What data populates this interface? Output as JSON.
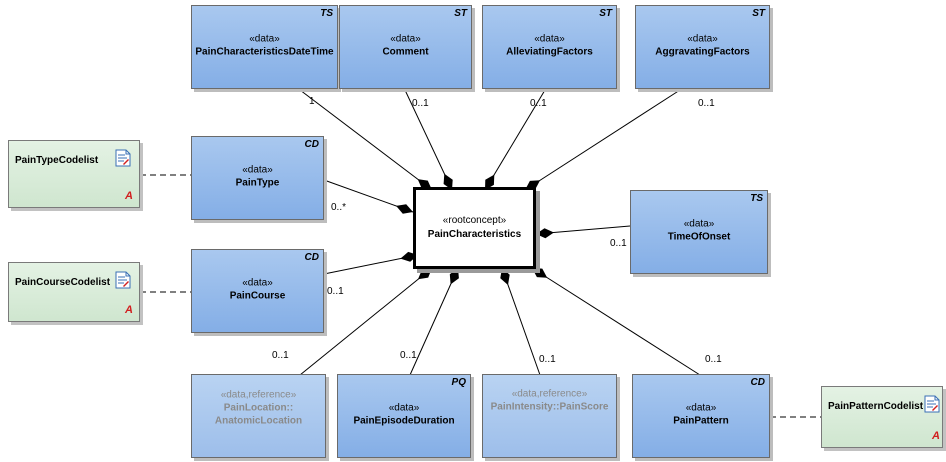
{
  "root": {
    "stereotype": "«rootconcept»",
    "name": "PainCharacteristics"
  },
  "elements": {
    "datetime": {
      "stereotype": "«data»",
      "name": "PainCharacteristicsDateTime",
      "kind": "TS",
      "multiplicity": "1"
    },
    "comment": {
      "stereotype": "«data»",
      "name": "Comment",
      "kind": "ST",
      "multiplicity": "0..1"
    },
    "alleviating": {
      "stereotype": "«data»",
      "name": "AlleviatingFactors",
      "kind": "ST",
      "multiplicity": "0..1"
    },
    "aggravating": {
      "stereotype": "«data»",
      "name": "AggravatingFactors",
      "kind": "ST",
      "multiplicity": "0..1"
    },
    "paintype": {
      "stereotype": "«data»",
      "name": "PainType",
      "kind": "CD",
      "multiplicity": "0..*"
    },
    "paincourse": {
      "stereotype": "«data»",
      "name": "PainCourse",
      "kind": "CD",
      "multiplicity": "0..1"
    },
    "timeofonset": {
      "stereotype": "«data»",
      "name": "TimeOfOnset",
      "kind": "TS",
      "multiplicity": "0..1"
    },
    "painlocation": {
      "stereotype": "«data,reference»",
      "name": "PainLocation::\nAnatomicLocation",
      "kind": "",
      "multiplicity": "0..1"
    },
    "episode": {
      "stereotype": "«data»",
      "name": "PainEpisodeDuration",
      "kind": "PQ",
      "multiplicity": "0..1"
    },
    "intensity": {
      "stereotype": "«data,reference»",
      "name": "PainIntensity::PainScore",
      "kind": "",
      "multiplicity": "0..1"
    },
    "painpattern": {
      "stereotype": "«data»",
      "name": "PainPattern",
      "kind": "CD",
      "multiplicity": "0..1"
    }
  },
  "codelists": {
    "paintype": {
      "name": "PainTypeCodelist",
      "flag": "A",
      "icon": "document-icon"
    },
    "paincourse": {
      "name": "PainCourseCodelist",
      "flag": "A",
      "icon": "document-icon"
    },
    "painpattern": {
      "name": "PainPatternCodelist",
      "flag": "A",
      "icon": "document-icon"
    }
  },
  "colors": {
    "data_fill": "#92b8ea",
    "codelist_fill": "#d9ecd9",
    "flag": "#d12020"
  }
}
